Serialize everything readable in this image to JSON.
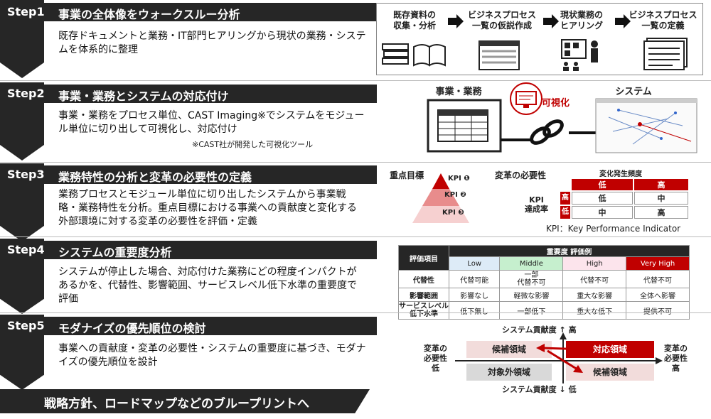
{
  "steps": [
    {
      "label": "Step1",
      "title": "事業の全体像をウォークスルー分析",
      "desc": "既存ドキュメントと業務・IT部門ヒアリングから現状の業務・システムを体系的に整理"
    },
    {
      "label": "Step2",
      "title": "事業・業務とシステムの対応付け",
      "desc": "事業・業務をプロセス単位、CAST Imaging※でシステムをモジュール単位に切り出して可視化し、対応付け",
      "note": "※CAST社が開発した可視化ツール"
    },
    {
      "label": "Step3",
      "title": "業務特性の分析と変革の必要性の定義",
      "desc": "業務プロセスとモジュール単位に切り出したシステムから事業戦略・業務特性を分析。重点目標における事業への貢献度と変化する外部環境に対する変革の必要性を評価・定義"
    },
    {
      "label": "Step4",
      "title": "システムの重要度分析",
      "desc": "システムが停止した場合、対応付けた業務にどの程度インパクトがあるかを、代替性、影響範囲、サービスレベル低下水準の重要度で評価"
    },
    {
      "label": "Step5",
      "title": "モダナイズの優先順位の検討",
      "desc": "事業への貢献度・変革の必要性・システムの重要度に基づき、モダナイズの優先順位を設計"
    }
  ],
  "final": "戦略方針、ロードマップなどのブループリントへ",
  "step1_flow": [
    "既存資料の\n収集・分析",
    "ビジネスプロセス\n一覧の仮説作成",
    "現状業務の\nヒアリング",
    "ビジネスプロセス\n一覧の定義"
  ],
  "step2": {
    "biz": "事業・業務",
    "sys": "システム",
    "vis": "可視化"
  },
  "step3": {
    "goal": "重点目標",
    "kpis": [
      "KPI ❶",
      "KPI ❷",
      "KPI ❸"
    ],
    "need": "変革の必要性",
    "freq": "変化発生頻度",
    "low": "低",
    "high": "高",
    "mid": "中",
    "kpi_rate": "KPI\n達成率",
    "cells": [
      [
        "低",
        "中"
      ],
      [
        "中",
        "高"
      ]
    ],
    "footnote": "KPI：Key Performance Indicator"
  },
  "step4": {
    "header_item": "評価項目",
    "header_imp": "重要度 評価例",
    "levels": [
      "Low",
      "Middle",
      "High",
      "Very High"
    ],
    "rows": [
      {
        "name": "代替性",
        "vals": [
          "代替可能",
          "一部\n代替不可",
          "代替不可",
          "代替不可"
        ]
      },
      {
        "name": "影響範囲",
        "vals": [
          "影響なし",
          "軽微な影響",
          "重大な影響",
          "全体へ影響"
        ]
      },
      {
        "name": "サービスレベル\n低下水準",
        "vals": [
          "低下無し",
          "一部低下",
          "重大な低下",
          "提供不可"
        ]
      }
    ]
  },
  "step5": {
    "top": "システム貢献度",
    "top_hi": "高",
    "bottom": "システム貢献度",
    "bottom_lo": "低",
    "left": "変革の\n必要性\n低",
    "right": "変革の\n必要性\n高",
    "q_tl": "候補領域",
    "q_tr": "対応領域",
    "q_bl": "対象外領域",
    "q_br": "候補領域"
  },
  "colors": {
    "dark": "#262626",
    "red": "#c00000",
    "pink": "#f2dcdb",
    "low": "#ddebf7",
    "middle": "#c6efce",
    "high": "#fce4ec",
    "veryhigh": "#c00000"
  }
}
